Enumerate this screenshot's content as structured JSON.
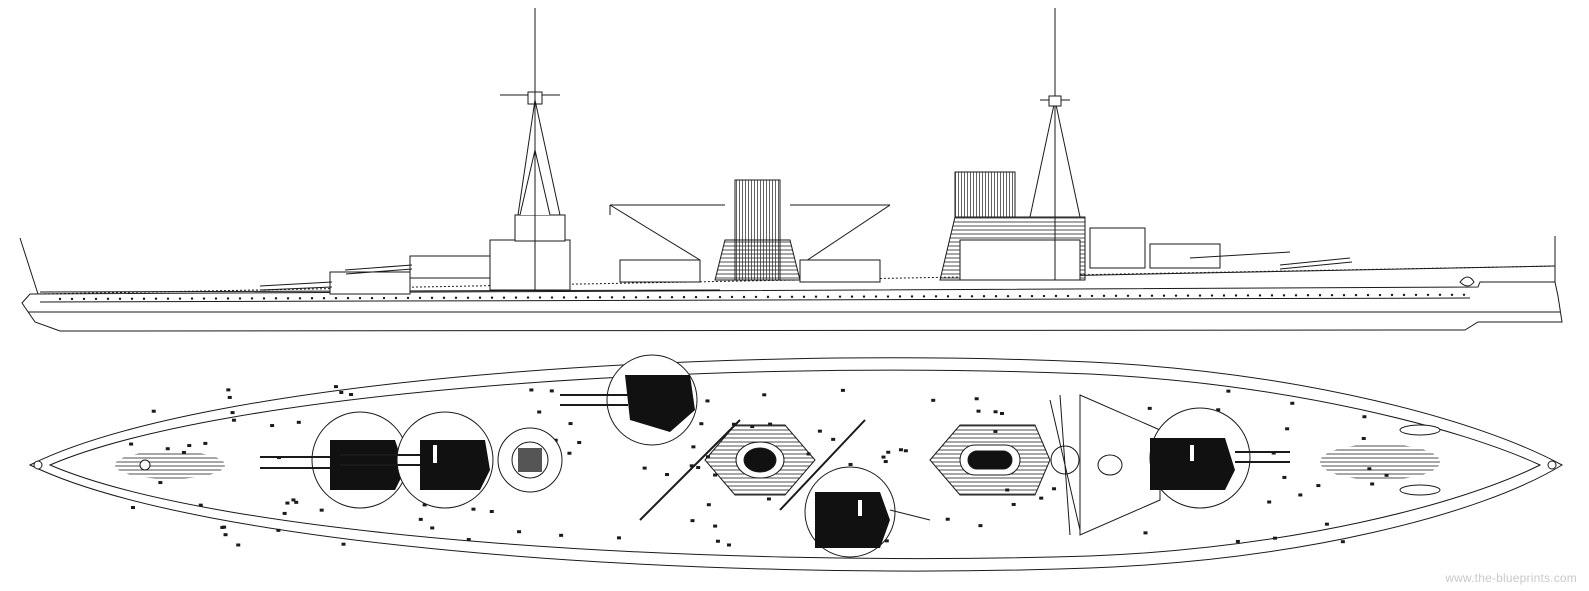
{
  "watermark": {
    "text": "www.the-blueprints.com"
  },
  "colors": {
    "ink": "#1a1a1a",
    "fill_dark": "#111111",
    "paper": "#ffffff",
    "watermark": "#c9c9c9"
  },
  "views": [
    {
      "id": "side-profile",
      "label": ""
    },
    {
      "id": "top-plan",
      "label": ""
    }
  ]
}
